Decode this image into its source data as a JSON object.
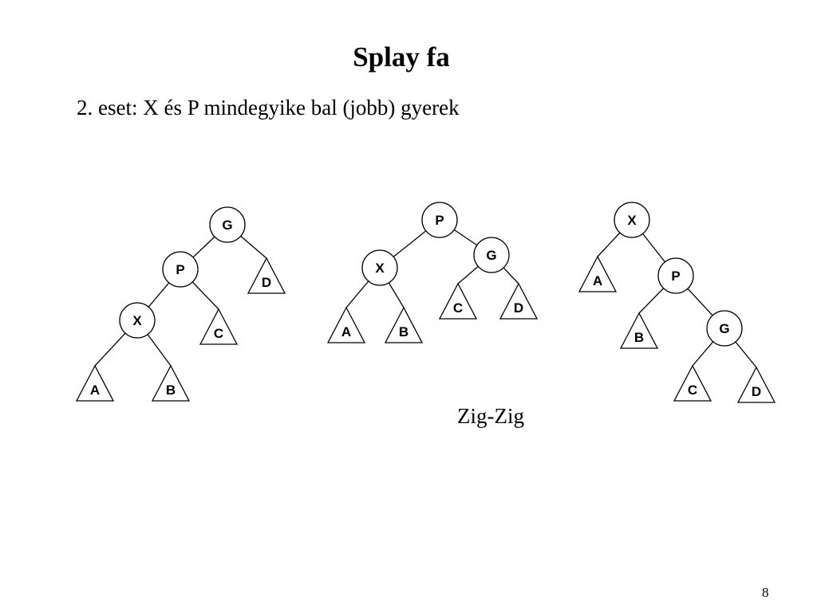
{
  "slide": {
    "title": "Splay fa",
    "subtitle": "2. eset: X és P mindegyike bal (jobb) gyerek",
    "caption": "Zig-Zig",
    "page_number": "8"
  },
  "trees": [
    {
      "nodes": [
        {
          "label": "G",
          "kind": "node"
        },
        {
          "label": "P",
          "kind": "node"
        },
        {
          "label": "D",
          "kind": "subtree"
        },
        {
          "label": "X",
          "kind": "node"
        },
        {
          "label": "C",
          "kind": "subtree"
        },
        {
          "label": "A",
          "kind": "subtree"
        },
        {
          "label": "B",
          "kind": "subtree"
        }
      ],
      "edges": [
        [
          0,
          1
        ],
        [
          0,
          2
        ],
        [
          1,
          3
        ],
        [
          1,
          4
        ],
        [
          3,
          5
        ],
        [
          3,
          6
        ]
      ]
    },
    {
      "nodes": [
        {
          "label": "P",
          "kind": "node"
        },
        {
          "label": "X",
          "kind": "node"
        },
        {
          "label": "G",
          "kind": "node"
        },
        {
          "label": "A",
          "kind": "subtree"
        },
        {
          "label": "B",
          "kind": "subtree"
        },
        {
          "label": "C",
          "kind": "subtree"
        },
        {
          "label": "D",
          "kind": "subtree"
        }
      ],
      "edges": [
        [
          0,
          1
        ],
        [
          0,
          2
        ],
        [
          1,
          3
        ],
        [
          1,
          4
        ],
        [
          2,
          5
        ],
        [
          2,
          6
        ]
      ]
    },
    {
      "nodes": [
        {
          "label": "X",
          "kind": "node"
        },
        {
          "label": "A",
          "kind": "subtree"
        },
        {
          "label": "P",
          "kind": "node"
        },
        {
          "label": "B",
          "kind": "subtree"
        },
        {
          "label": "G",
          "kind": "node"
        },
        {
          "label": "C",
          "kind": "subtree"
        },
        {
          "label": "D",
          "kind": "subtree"
        }
      ],
      "edges": [
        [
          0,
          1
        ],
        [
          0,
          2
        ],
        [
          2,
          3
        ],
        [
          2,
          4
        ],
        [
          4,
          5
        ],
        [
          4,
          6
        ]
      ]
    }
  ]
}
